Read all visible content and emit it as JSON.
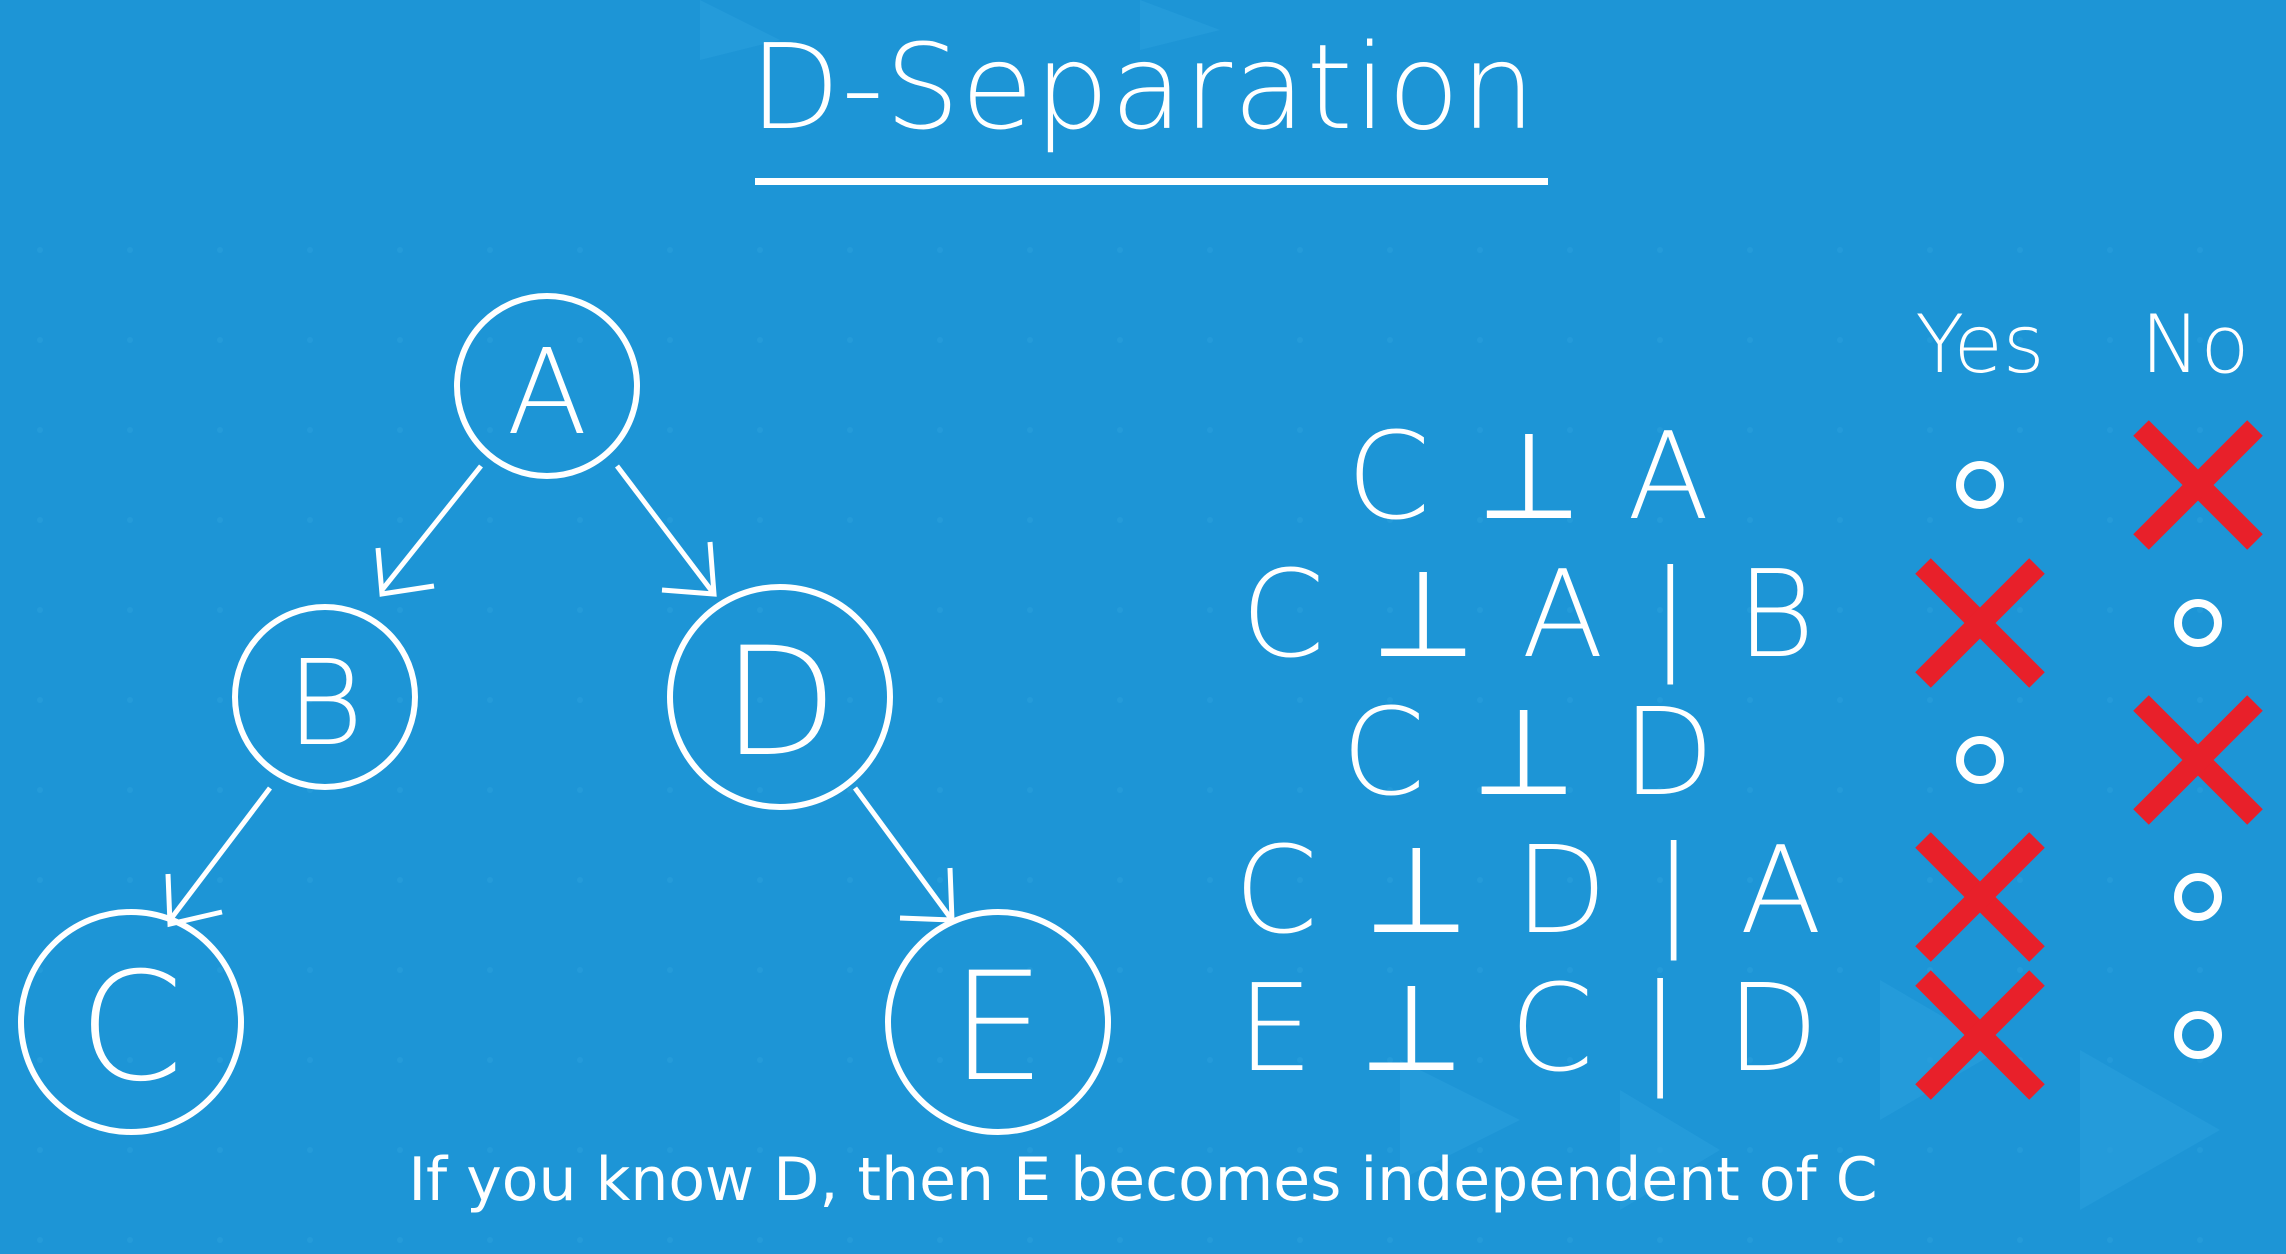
{
  "slide": {
    "title": "D-Separation",
    "caption": "If you know D, then E becomes independent of C"
  },
  "graph": {
    "nodes": [
      {
        "id": "A",
        "label": "A"
      },
      {
        "id": "B",
        "label": "B"
      },
      {
        "id": "C",
        "label": "C"
      },
      {
        "id": "D",
        "label": "D"
      },
      {
        "id": "E",
        "label": "E"
      }
    ],
    "edges": [
      {
        "from": "A",
        "to": "B"
      },
      {
        "from": "A",
        "to": "D"
      },
      {
        "from": "B",
        "to": "C"
      },
      {
        "from": "D",
        "to": "E"
      }
    ]
  },
  "table": {
    "headers": {
      "yes": "Yes",
      "no": "No"
    },
    "rows": [
      {
        "statement": "C ⊥ A",
        "answer": "No"
      },
      {
        "statement": "C ⊥ A | B",
        "answer": "Yes"
      },
      {
        "statement": "C ⊥ D",
        "answer": "No"
      },
      {
        "statement": "C ⊥ D | A",
        "answer": "Yes"
      },
      {
        "statement": "E ⊥ C | D",
        "answer": "Yes"
      }
    ]
  },
  "colors": {
    "background": "#1d95d6",
    "foreground": "#ffffff",
    "cross": "#e8202a"
  },
  "icons": {
    "selected": "red-cross-icon",
    "unselected": "circle-option-icon"
  }
}
